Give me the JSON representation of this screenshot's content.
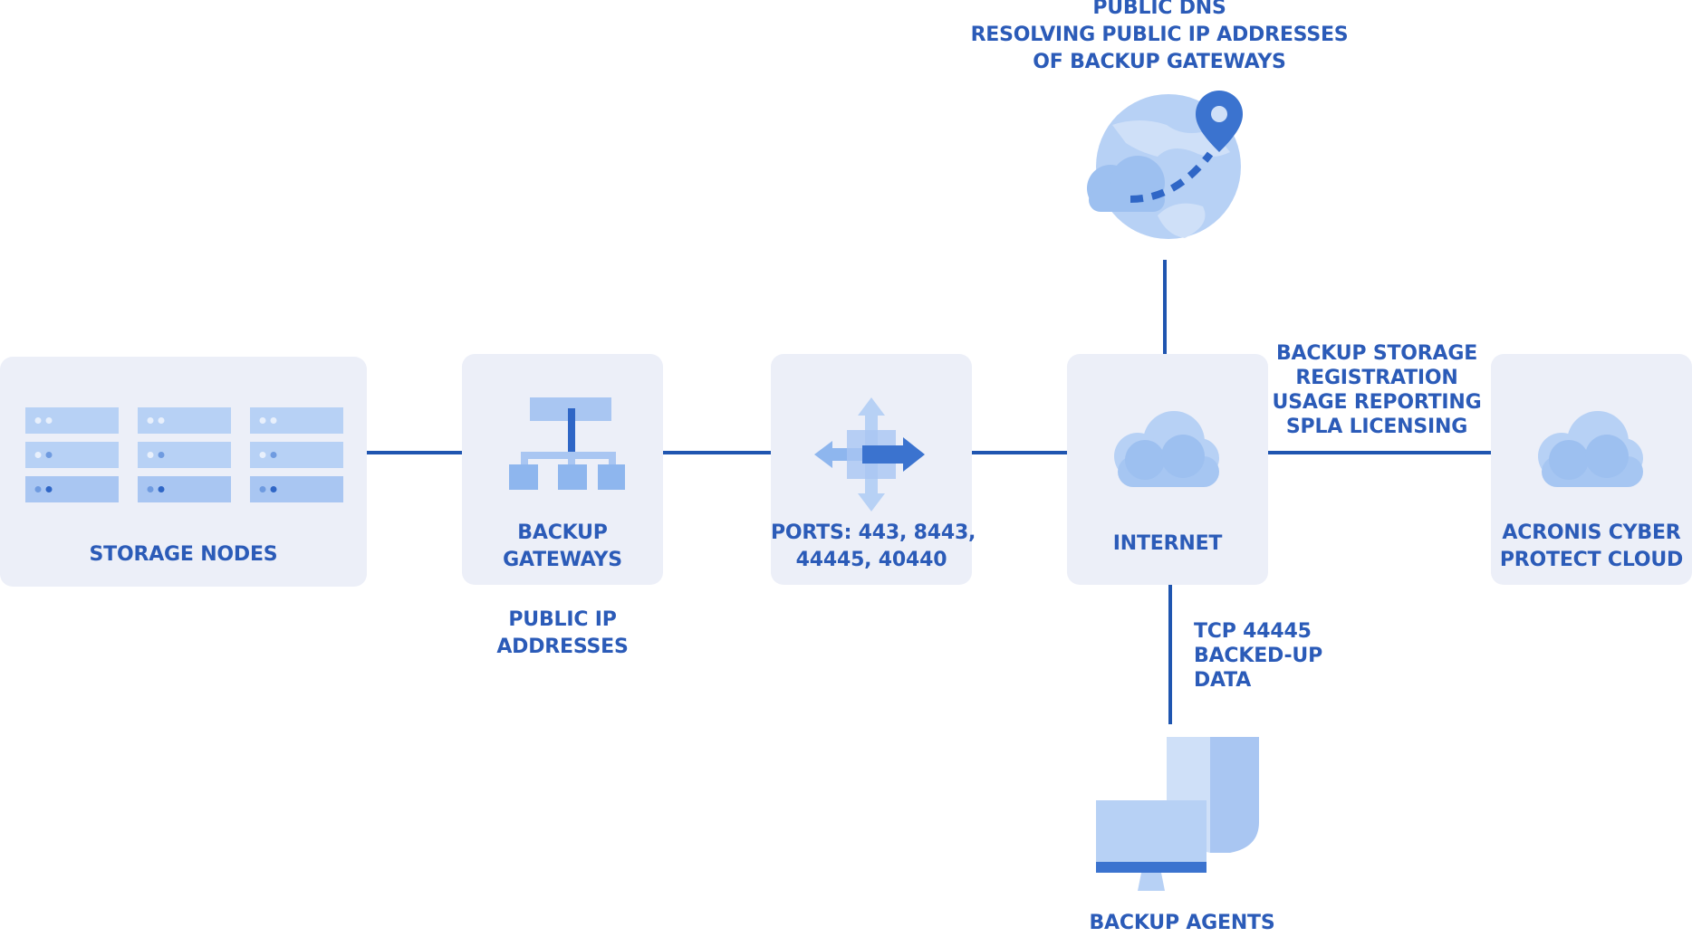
{
  "nodes": {
    "storage": {
      "label": "STORAGE NODES"
    },
    "gateways": {
      "label_lines": [
        "BACKUP",
        "GATEWAYS"
      ]
    },
    "ports": {
      "label_lines": [
        "PORTS: 443, 8443,",
        "44445, 40440"
      ]
    },
    "internet": {
      "label": "INTERNET"
    },
    "acronis": {
      "label_lines": [
        "ACRONIS CYBER",
        "PROTECT CLOUD"
      ]
    },
    "dns": {
      "label_lines": [
        "PUBLIC DNS",
        "RESOLVING PUBLIC IP ADDRESSES",
        "OF BACKUP GATEWAYS"
      ]
    },
    "agents": {
      "label": "BACKUP AGENTS"
    }
  },
  "annotations": {
    "public_ip": [
      "PUBLIC IP",
      "ADDRESSES"
    ],
    "cloud_link": [
      "BACKUP STORAGE",
      "REGISTRATION",
      "USAGE REPORTING",
      "SPLA LICENSING"
    ],
    "agent_link": [
      "TCP 44445",
      "BACKED-UP",
      "DATA"
    ]
  },
  "icons": {
    "storage": "server-rack-icon",
    "gateways": "network-hierarchy-icon",
    "ports": "four-way-arrows-icon",
    "internet": "cloud-icon",
    "acronis": "cloud-icon",
    "dns": "globe-location-icon",
    "agents": "monitor-shield-icon"
  },
  "colors": {
    "line": "#1f55b0",
    "text": "#2b5bb8",
    "box": "#eceff8",
    "icon_light": "#b7d1f5",
    "icon_mid": "#8eb6ee",
    "icon_dark": "#3b73cf"
  }
}
